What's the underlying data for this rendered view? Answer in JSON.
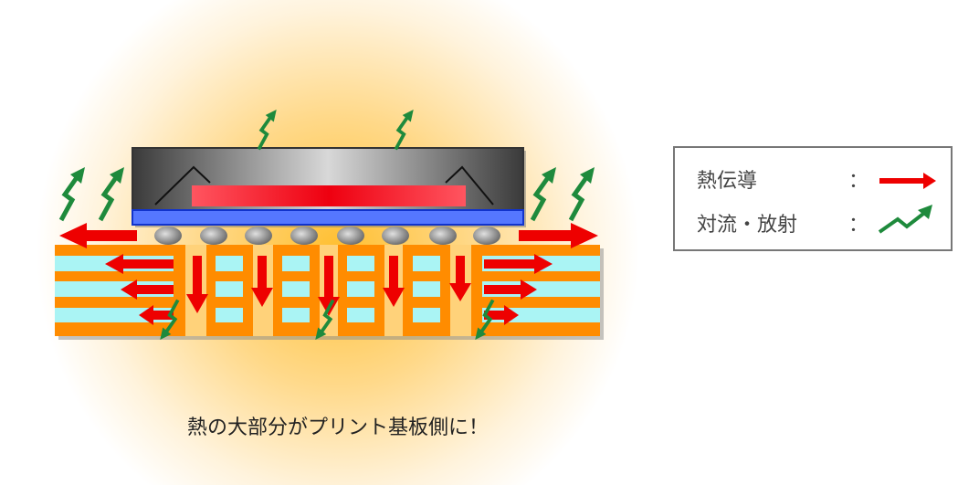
{
  "caption": "熱の大部分がプリント基板側に！",
  "legend": {
    "items": [
      {
        "label": "熱伝導",
        "symbol": "red-arrow",
        "color": "#ee0000"
      },
      {
        "label": "対流・放射",
        "symbol": "green-zigzag-arrow",
        "color": "#1e8a3c"
      }
    ],
    "separator": "："
  },
  "colors": {
    "board_layer": "#ff8c00",
    "board_insulator": "#aaf4f4",
    "chip": "#444444",
    "die": "#ff1a2a",
    "substrate": "#3355ee",
    "glow": "#ffc04a"
  }
}
